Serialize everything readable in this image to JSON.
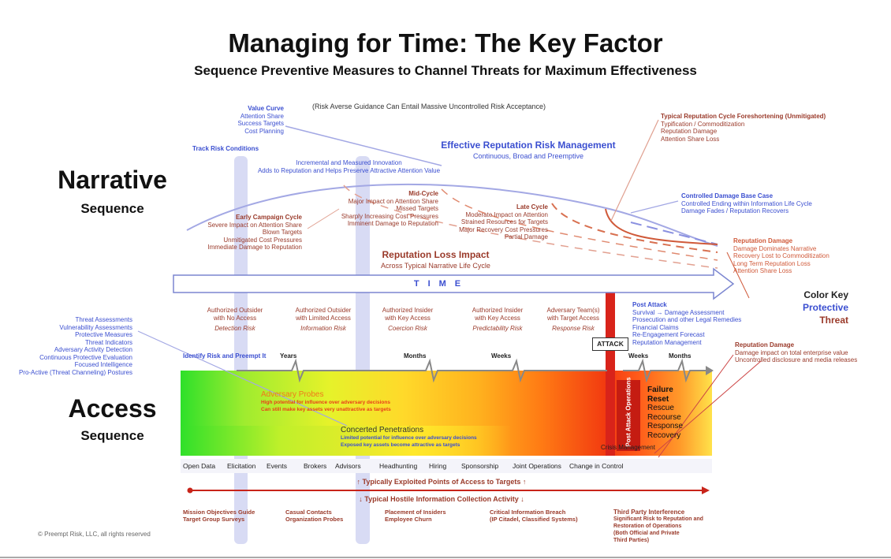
{
  "title": "Managing for Time: The Key Factor",
  "subtitle": "Sequence Preventive Measures to Channel Threats for Maximum Effectiveness",
  "narrative": {
    "heading": "Narrative",
    "sub": "Sequence"
  },
  "access": {
    "heading": "Access",
    "sub": "Sequence"
  },
  "risk_averse_note": "(Risk Averse Guidance Can Entail Massive Uncontrolled Risk Acceptance)",
  "value_curve": {
    "title": "Value Curve",
    "lines": [
      "Attention Share",
      "Success Targets",
      "Cost Planning"
    ]
  },
  "track_risk": "Track Risk Conditions",
  "incremental": [
    "Incremental and Measured Innovation",
    "Adds to Reputation and Helps Preserve Attractive Attention Value"
  ],
  "effective": {
    "title": "Effective Reputation Risk Management",
    "sub": "Continuous, Broad and Preemptive"
  },
  "typical_cycle": {
    "title": "Typical Reputation Cycle Foreshortening (Unmitigated)",
    "lines": [
      "Typification / Commoditization",
      "Reputation Damage",
      "Attention Share Loss"
    ]
  },
  "controlled_damage": {
    "title": "Controlled Damage Base Case",
    "lines": [
      "Controlled Ending within Information Life Cycle",
      "Damage Fades / Reputation Recovers"
    ]
  },
  "early_campaign": {
    "title": "Early Campaign Cycle",
    "lines": [
      "Severe Impact on Attention Share",
      "Blown Targets",
      "Unmitigated Cost Pressures",
      "Immediate Damage to Reputation"
    ]
  },
  "mid_cycle": {
    "title": "Mid-Cycle",
    "lines": [
      "Major Impact on Attention Share",
      "Missed Targets",
      "Sharply Increasing Cost Pressures",
      "Imminent Damage to Reputation"
    ]
  },
  "late_cycle": {
    "title": "Late Cycle",
    "lines": [
      "Moderate Impact on Attention",
      "Strained Resources for Targets",
      "Major Recovery Cost Pressures",
      "Partial Damage"
    ]
  },
  "reputation_damage_top": {
    "title": "Reputation Damage",
    "lines": [
      "Damage Dominates Narrative",
      "Recovery Lost to Commoditization",
      "Long Term Reputation Loss",
      "Attention Share Loss"
    ]
  },
  "reputation_loss": {
    "title": "Reputation Loss Impact",
    "sub": "Across Typical Narrative Life Cycle"
  },
  "time_label": "TIME",
  "color_key": {
    "title": "Color Key",
    "protective": "Protective",
    "threat": "Threat"
  },
  "actors": [
    {
      "line1": "Authorized Outsider",
      "line2": "with No Access",
      "risk": "Detection Risk"
    },
    {
      "line1": "Authorized Outsider",
      "line2": "with Limited Access",
      "risk": "Information Risk"
    },
    {
      "line1": "Authorized Insider",
      "line2": "with Key Access",
      "risk": "Coercion Risk"
    },
    {
      "line1": "Authorized Insider",
      "line2": "with Key Access",
      "risk": "Predictability Risk"
    },
    {
      "line1": "Adversary Team(s)",
      "line2": "with Target Access",
      "risk": "Response Risk"
    }
  ],
  "post_attack": {
    "title": "Post Attack",
    "lines": [
      "Survival → Damage Assessment",
      "Prosecution and other Legal Remedies",
      "Financial Claims",
      "Re-Engagement Forecast",
      "Reputation Management"
    ]
  },
  "attack": "ATTACK",
  "reputation_damage_bottom": {
    "title": "Reputation Damage",
    "lines": [
      "Damage impact on total enterprise value",
      "Uncontrolled disclosure and media releases"
    ]
  },
  "threat_list": [
    "Threat Assessments",
    "Vulnerability Assessments",
    "Protective Measures",
    "Threat Indicators",
    "Adversary Activity Detection",
    "Continuous Protective Evaluation",
    "Focused Intelligence",
    "Pro-Active (Threat Channeling) Postures"
  ],
  "identify_risk": "Identify Risk and Preempt It",
  "timeline": {
    "years": "Years",
    "months": "Months",
    "weeks": "Weeks",
    "weeks2": "Weeks",
    "months2": "Months"
  },
  "adversary_probes": {
    "title": "Adversary Probes",
    "lines": [
      "High potential for influence over adversary decisions",
      "Can still make key assets very unattractive as targets"
    ]
  },
  "concerted": {
    "title": "Concerted Penetrations",
    "lines": [
      "Limited potential for influence over adversary decisions",
      "Exposed key assets become attractive as targets"
    ]
  },
  "post_attack_ops": "Post Attack Operations",
  "failure_list": [
    "Failure",
    "Reset",
    "Rescue",
    "Recourse",
    "Response",
    "Recovery"
  ],
  "crisis": "Crisis Management",
  "access_points": [
    "Open Data",
    "Elicitation",
    "Events",
    "Brokers",
    "Advisors",
    "Headhunting",
    "Hiring",
    "Sponsorship",
    "Joint Operations",
    "Change in Control"
  ],
  "exploited": "↑   Typically Exploited Points of Access to Targets   ↑",
  "hostile": "↓  Typical Hostile Information Collection Activity  ↓",
  "collection": [
    {
      "l1": "Mission Objectives Guide",
      "l2": "Target Group Surveys"
    },
    {
      "l1": "Casual Contacts",
      "l2": "Organization Probes"
    },
    {
      "l1": "Placement of Insiders",
      "l2": "Employee Churn"
    },
    {
      "l1": "Critical Information Breach",
      "l2": "(IP Citadel, Classified Systems)"
    }
  ],
  "third_party": {
    "title": "Third Party Interference",
    "lines": [
      "Significant Risk to Reputation and",
      "Restoration of Operations",
      "(Both Official and Private",
      "Third Parties)"
    ]
  },
  "copyright": "© Preempt Risk, LLC, all rights reserved",
  "colors": {
    "protective": "#3b4fd0",
    "threat": "#9a3a2a",
    "attack": "#d8231a"
  }
}
